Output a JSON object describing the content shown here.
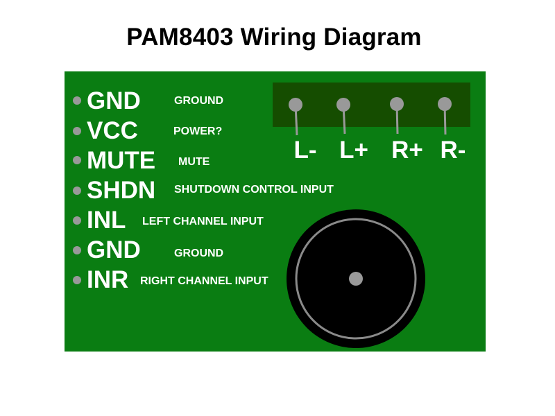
{
  "title": "PAM8403 Wiring Diagram",
  "colors": {
    "board": "#0a7d12",
    "terminal_block": "#154d00",
    "pin": "#999999",
    "speaker": "#000000",
    "speaker_ring": "#8a8a8a"
  },
  "pins": [
    {
      "name": "GND",
      "description": "GROUND"
    },
    {
      "name": "VCC",
      "description": "POWER?"
    },
    {
      "name": "MUTE",
      "description": "MUTE"
    },
    {
      "name": "SHDN",
      "description": "SHUTDOWN CONTROL INPUT"
    },
    {
      "name": "INL",
      "description": "LEFT CHANNEL INPUT"
    },
    {
      "name": "GND",
      "description": "GROUND"
    },
    {
      "name": "INR",
      "description": "RIGHT CHANNEL INPUT"
    }
  ],
  "terminals": [
    "L-",
    "L+",
    "R+",
    "R-"
  ]
}
